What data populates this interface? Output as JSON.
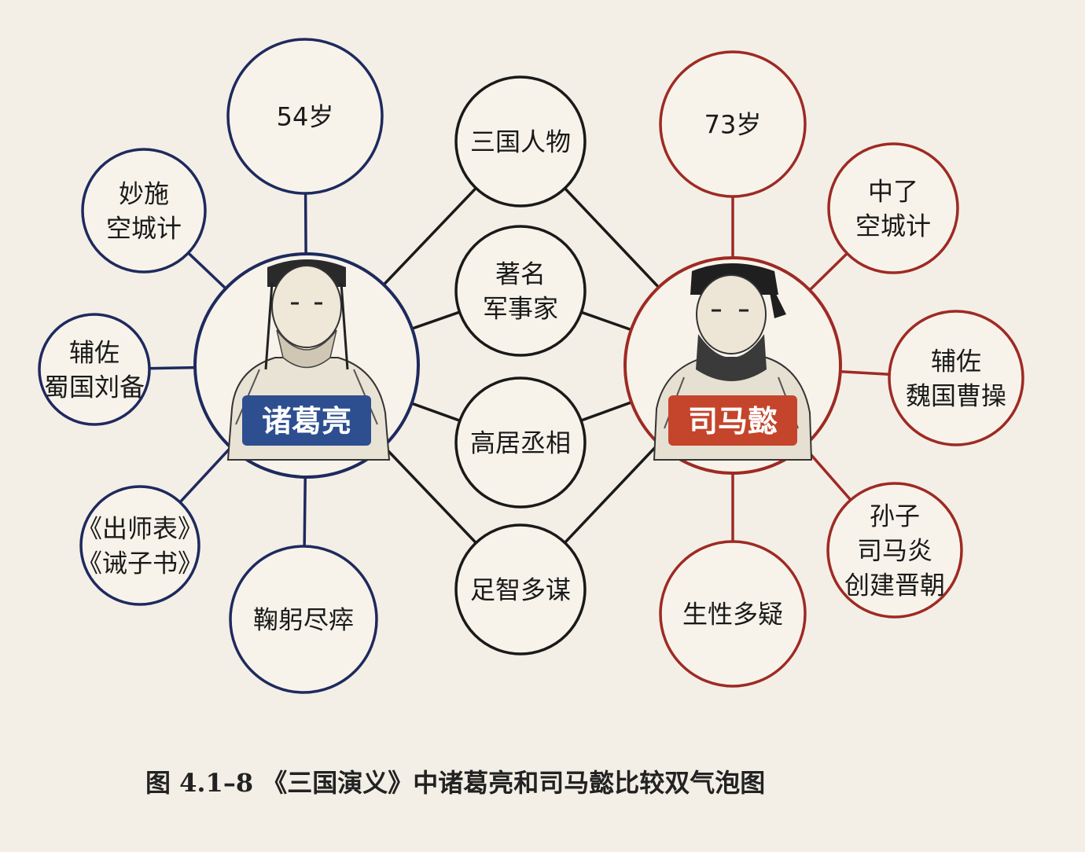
{
  "left": {
    "name": "诸葛亮",
    "color": "#1e2a5e",
    "label_bg": "#2d4f8f",
    "portrait": "zhuge-liang-portrait",
    "traits": [
      [
        "54岁"
      ],
      [
        "妙施",
        "空城计"
      ],
      [
        "辅佐",
        "蜀国刘备"
      ],
      [
        "《出师表》",
        "《诫子书》"
      ],
      [
        "鞠躬尽瘁"
      ]
    ]
  },
  "shared": {
    "color": "#1a1a1a",
    "traits": [
      [
        "三国人物"
      ],
      [
        "著名",
        "军事家"
      ],
      [
        "高居丞相"
      ],
      [
        "足智多谋"
      ]
    ]
  },
  "right": {
    "name": "司马懿",
    "color": "#9e2a24",
    "label_bg": "#c4452b",
    "portrait": "sima-yi-portrait",
    "traits": [
      [
        "73岁"
      ],
      [
        "中了",
        "空城计"
      ],
      [
        "辅佐",
        "魏国曹操"
      ],
      [
        "孙子",
        "司马炎",
        "创建晋朝"
      ],
      [
        "生性多疑"
      ]
    ]
  },
  "caption": "图 4.1–8 《三国演义》中诸葛亮和司马懿比较双气泡图"
}
